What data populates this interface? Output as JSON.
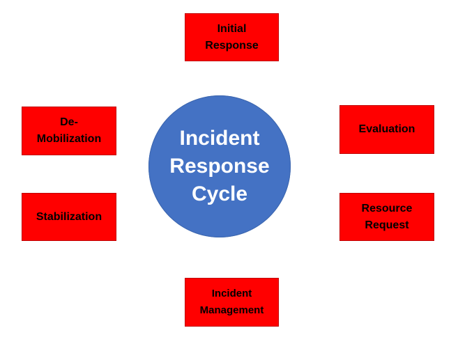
{
  "center": {
    "lines": [
      "Incident",
      "Response",
      "Cycle"
    ],
    "color": "#4472c4",
    "text_color": "#ffffff"
  },
  "stages": {
    "initial_response": [
      "Initial",
      "Response"
    ],
    "evaluation": [
      "Evaluation"
    ],
    "resource_request": [
      "Resource",
      "Request"
    ],
    "incident_management": [
      "Incident",
      "Management"
    ],
    "stabilization": [
      "Stabilization"
    ],
    "de_mobilization": [
      "De-",
      "Mobilization"
    ]
  },
  "colors": {
    "stage_fill": "#ff0000",
    "stage_text": "#000000"
  }
}
